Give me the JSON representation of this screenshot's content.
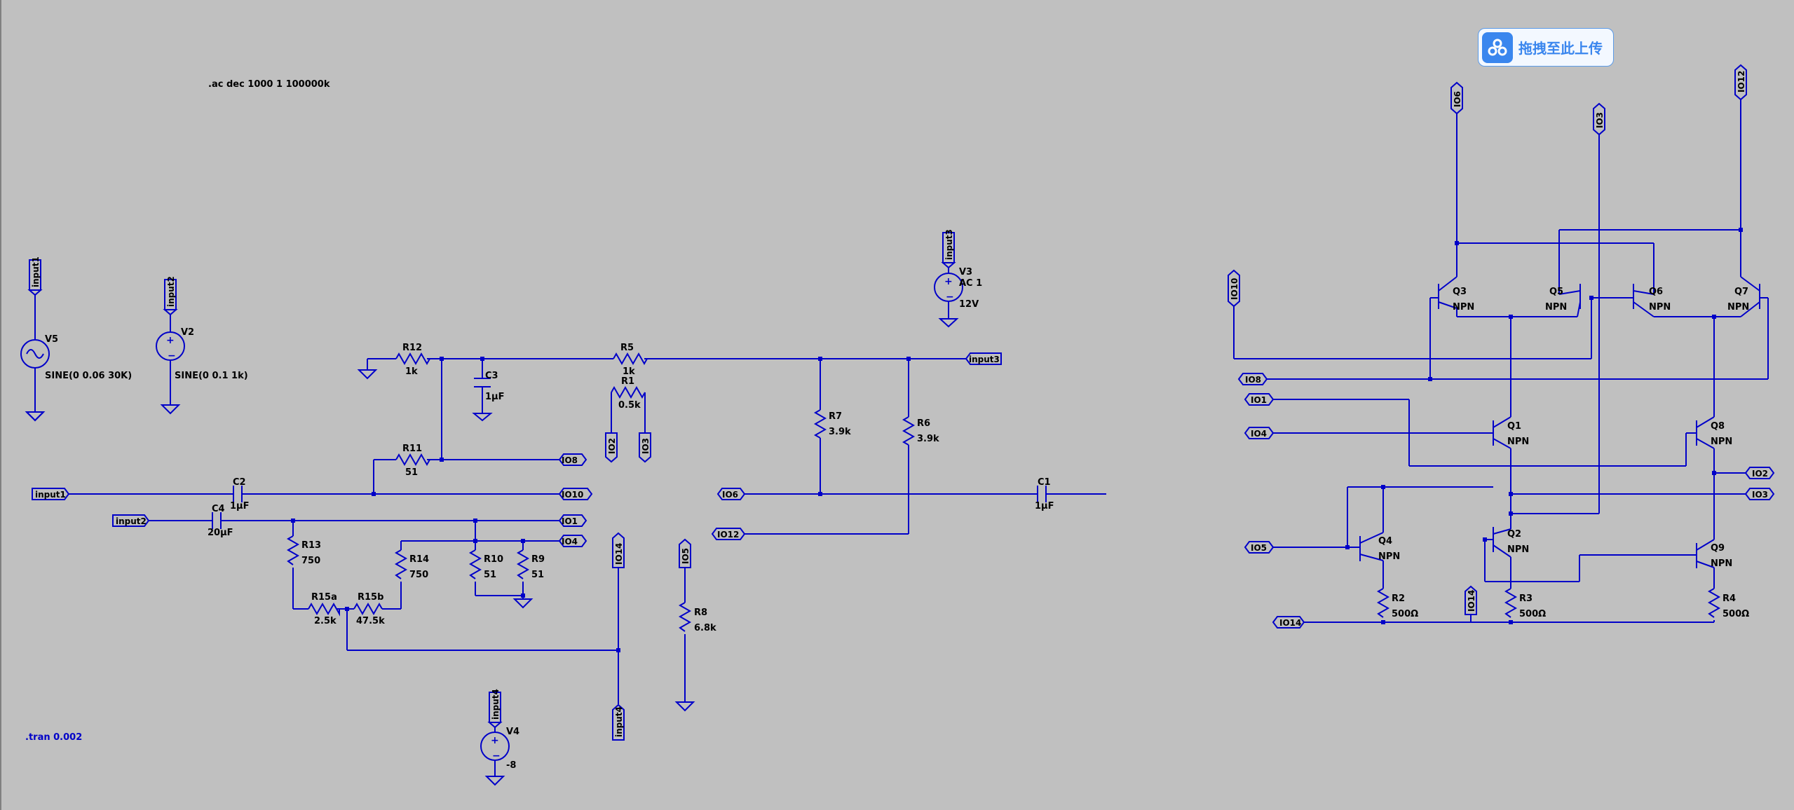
{
  "schematic": {
    "directives": {
      "ac": ".ac dec 1000 1 100000k",
      "tran": ".tran 0.002"
    },
    "sources": {
      "V5": {
        "name": "V5",
        "value": "SINE(0 0.06 30K)"
      },
      "V2": {
        "name": "V2",
        "value": "SINE(0 0.1 1k)"
      },
      "V3": {
        "name": "V3",
        "value": "12V",
        "ac": "AC 1"
      },
      "V4": {
        "name": "V4",
        "value": "-8"
      }
    },
    "resistors": {
      "R12": {
        "name": "R12",
        "value": "1k"
      },
      "R5": {
        "name": "R5",
        "value": "1k"
      },
      "R1": {
        "name": "R1",
        "value": "0.5k"
      },
      "R11": {
        "name": "R11",
        "value": "51"
      },
      "R7": {
        "name": "R7",
        "value": "3.9k"
      },
      "R6": {
        "name": "R6",
        "value": "3.9k"
      },
      "R13": {
        "name": "R13",
        "value": "750"
      },
      "R14": {
        "name": "R14",
        "value": "750"
      },
      "R10": {
        "name": "R10",
        "value": "51"
      },
      "R9": {
        "name": "R9",
        "value": "51"
      },
      "R15a": {
        "name": "R15a",
        "value": "2.5k"
      },
      "R15b": {
        "name": "R15b",
        "value": "47.5k"
      },
      "R8": {
        "name": "R8",
        "value": "6.8k"
      },
      "R2": {
        "name": "R2",
        "value": "500Ω"
      },
      "R3": {
        "name": "R3",
        "value": "500Ω"
      },
      "R4": {
        "name": "R4",
        "value": "500Ω"
      }
    },
    "capacitors": {
      "C3": {
        "name": "C3",
        "value": "1µF"
      },
      "C2": {
        "name": "C2",
        "value": "1µF"
      },
      "C4": {
        "name": "C4",
        "value": "20µF"
      },
      "C1": {
        "name": "C1",
        "value": "1µF"
      }
    },
    "transistors": {
      "Q1": {
        "name": "Q1",
        "type": "NPN"
      },
      "Q2": {
        "name": "Q2",
        "type": "NPN"
      },
      "Q3": {
        "name": "Q3",
        "type": "NPN"
      },
      "Q4": {
        "name": "Q4",
        "type": "NPN"
      },
      "Q5": {
        "name": "Q5",
        "type": "NPN"
      },
      "Q6": {
        "name": "Q6",
        "type": "NPN"
      },
      "Q7": {
        "name": "Q7",
        "type": "NPN"
      },
      "Q8": {
        "name": "Q8",
        "type": "NPN"
      },
      "Q9": {
        "name": "Q9",
        "type": "NPN"
      }
    },
    "nets": {
      "input1": "input1",
      "input2": "input2",
      "input3": "input3",
      "input4": "input4",
      "IO1": "IO1",
      "IO2": "IO2",
      "IO3": "IO3",
      "IO4": "IO4",
      "IO5": "IO5",
      "IO6": "IO6",
      "IO8": "IO8",
      "IO10": "IO10",
      "IO12": "IO12",
      "IO14": "IO14"
    }
  },
  "upload_button": {
    "label": "拖拽至此上传",
    "icon": "cloud-upload-icon"
  },
  "colors": {
    "background": "#c0c0c0",
    "wire": "#0000c8",
    "text": "#000000"
  }
}
